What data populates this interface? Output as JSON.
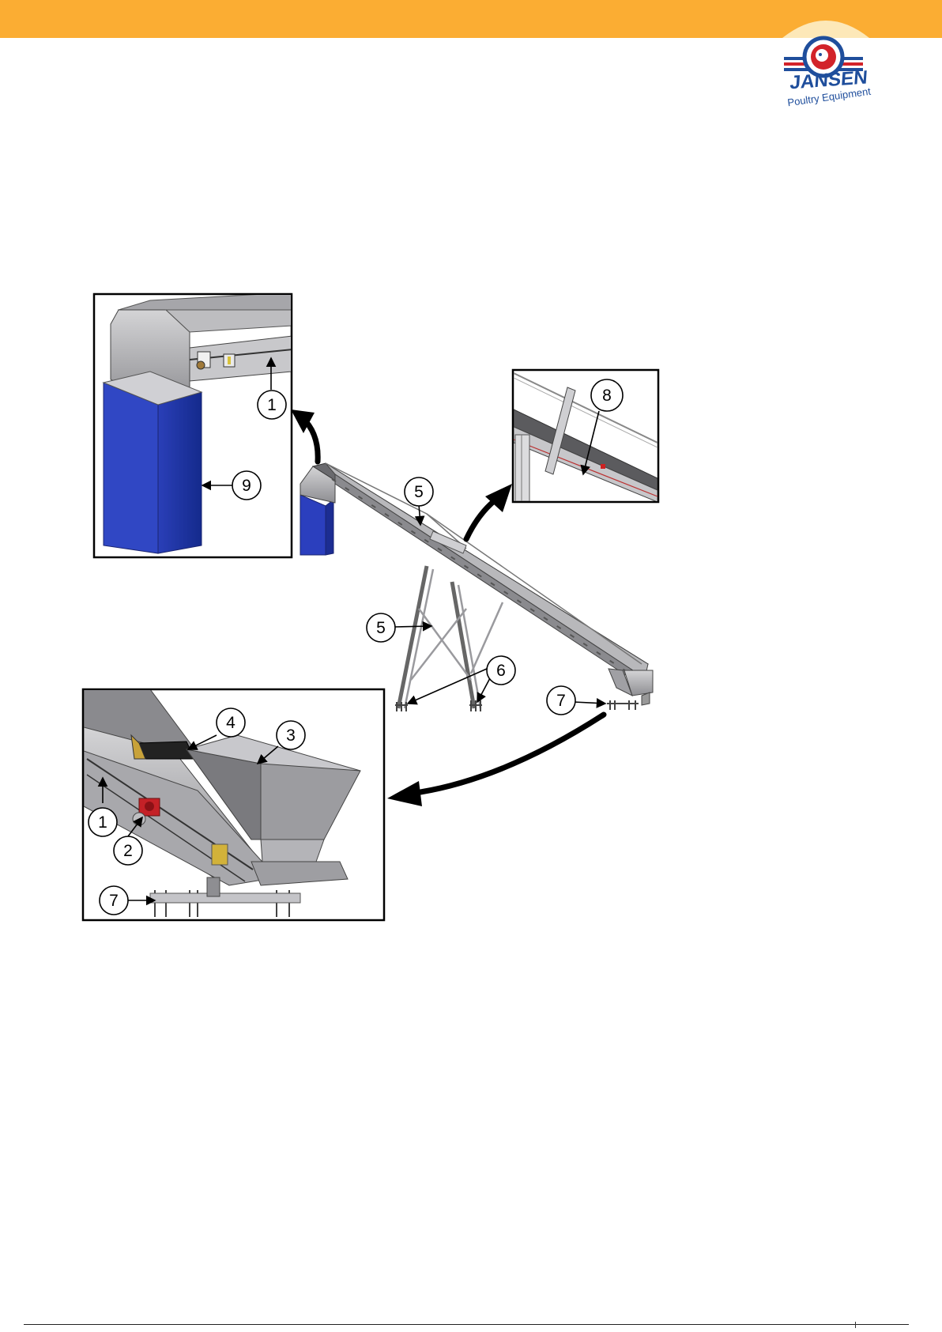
{
  "brand": {
    "name": "JANSEN",
    "tagline": "Poultry Equipment",
    "colors": {
      "header": "#FBAD33",
      "blue": "#1F4E9C",
      "red": "#D2232A"
    }
  },
  "figure": {
    "callouts": [
      {
        "id": "c1-top",
        "label": "1"
      },
      {
        "id": "c9",
        "label": "9"
      },
      {
        "id": "c8",
        "label": "8"
      },
      {
        "id": "c5-top",
        "label": "5"
      },
      {
        "id": "c5-mid",
        "label": "5"
      },
      {
        "id": "c6",
        "label": "6"
      },
      {
        "id": "c7-main",
        "label": "7"
      },
      {
        "id": "c4",
        "label": "4"
      },
      {
        "id": "c3",
        "label": "3"
      },
      {
        "id": "c1-bottom",
        "label": "1"
      },
      {
        "id": "c2",
        "label": "2"
      },
      {
        "id": "c7-bottom",
        "label": "7"
      }
    ]
  }
}
